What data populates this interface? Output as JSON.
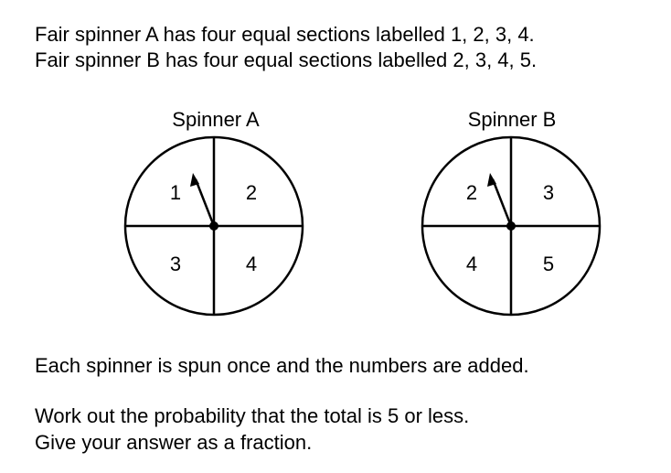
{
  "intro": {
    "line1": "Fair spinner A has four equal sections labelled 1, 2, 3, 4.",
    "line2": "Fair spinner B has four equal sections labelled 2, 3, 4, 5."
  },
  "spinner_a": {
    "title": "Spinner A",
    "sections": [
      "1",
      "2",
      "3",
      "4"
    ]
  },
  "spinner_b": {
    "title": "Spinner B",
    "sections": [
      "2",
      "3",
      "4",
      "5"
    ]
  },
  "question": {
    "line1": "Each spinner is spun once and the numbers are added.",
    "line2": "Work out the probability that the total is 5 or less.",
    "line3": "Give your answer as a fraction."
  }
}
